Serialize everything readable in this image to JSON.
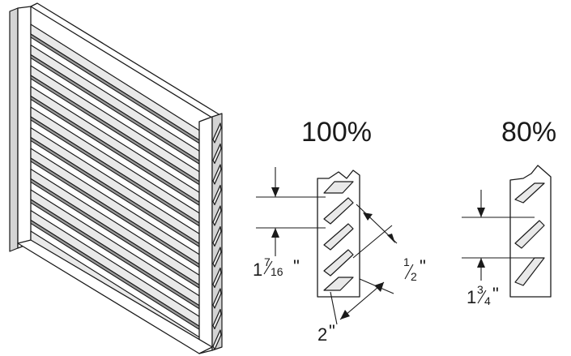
{
  "labels": {
    "free_area_100": "100%",
    "free_area_80": "80%"
  },
  "dimensions": {
    "blade_spacing_100": {
      "whole": "1",
      "num": "7",
      "den": "16",
      "unit": "\""
    },
    "blade_thickness": {
      "num": "1",
      "den": "2",
      "unit": "\""
    },
    "blade_depth": {
      "whole": "2",
      "unit": "\""
    },
    "blade_spacing_80": {
      "whole": "1",
      "num": "3",
      "den": "4",
      "unit": "\""
    }
  },
  "colors": {
    "line": "#1a1a1a",
    "shade": "#d4d4d4",
    "dark": "#9a9a9a"
  }
}
